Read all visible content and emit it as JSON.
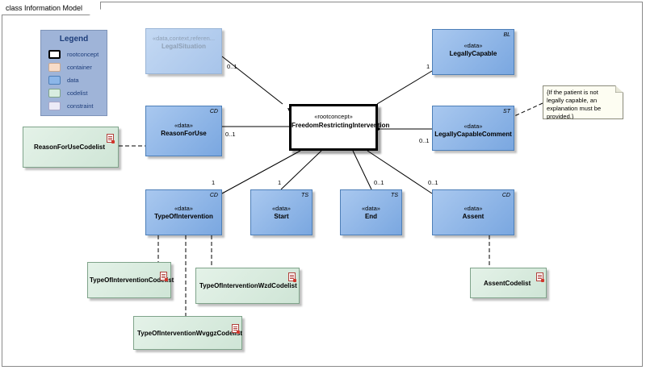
{
  "frame": {
    "title": "class Information Model"
  },
  "legend": {
    "title": "Legend",
    "items": [
      {
        "label": "rootconcept",
        "color": "#ffffff",
        "border": "#000000"
      },
      {
        "label": "container",
        "color": "#f7dcc8",
        "border": "#c8a890"
      },
      {
        "label": "data",
        "color": "#8cb6e8",
        "border": "#4d7fb8"
      },
      {
        "label": "codelist",
        "color": "#d8ede0",
        "border": "#7fa38a"
      },
      {
        "label": "constraint",
        "color": "#ecebf7",
        "border": "#a8a6c8"
      }
    ]
  },
  "root": {
    "stereotype": "«rootconcept»",
    "name": "FreedomRestrictingIntervention"
  },
  "data_classes": {
    "legal_situation": {
      "stereotype": "«data,context,referen...",
      "name": "LegalSituation",
      "type": ""
    },
    "legally_capable": {
      "stereotype": "«data»",
      "name": "LegallyCapable",
      "type": "BL"
    },
    "reason_for_use": {
      "stereotype": "«data»",
      "name": "ReasonForUse",
      "type": "CD"
    },
    "legally_capable_comment": {
      "stereotype": "«data»",
      "name": "LegallyCapableComment",
      "type": "ST"
    },
    "type_of_intervention": {
      "stereotype": "«data»",
      "name": "TypeOfIntervention",
      "type": "CD"
    },
    "start": {
      "stereotype": "«data»",
      "name": "Start",
      "type": "TS"
    },
    "end": {
      "stereotype": "«data»",
      "name": "End",
      "type": "TS"
    },
    "assent": {
      "stereotype": "«data»",
      "name": "Assent",
      "type": "CD"
    }
  },
  "codelists": {
    "reason_for_use": "ReasonForUseCodelist",
    "type_of_intervention": "TypeOfInterventionCodelist",
    "type_of_intervention_wzd": "TypeOfInterventionWzdCodelist",
    "type_of_intervention_wvggz": "TypeOfInterventionWvggzCodelist",
    "assent": "AssentCodelist"
  },
  "multiplicities": {
    "legal_situation": "0..1",
    "legally_capable": "1",
    "reason_for_use": "0..1",
    "legally_capable_comment": "0..1",
    "type_of_intervention": "1",
    "start": "1",
    "end": "0..1",
    "assent": "0..1"
  },
  "note": {
    "text": "{If the patient is not legally capable, an explanation must be provided.}"
  }
}
